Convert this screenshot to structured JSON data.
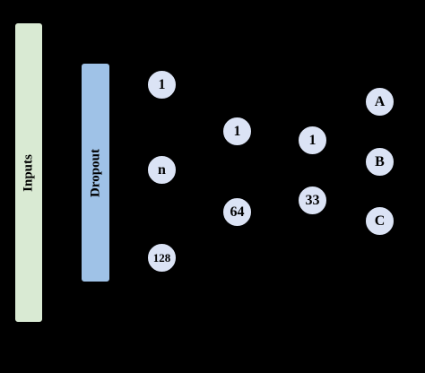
{
  "bars": {
    "inputs": "Inputs",
    "dropout": "Dropout"
  },
  "layer1": [
    "1",
    "n",
    "128"
  ],
  "layer2": [
    "1",
    "64"
  ],
  "layer3": [
    "1",
    "33"
  ],
  "outputs": [
    "A",
    "B",
    "C"
  ],
  "colors": {
    "background": "#000000",
    "inputs_bar": "#d9ead3",
    "dropout_bar": "#9fc2e7",
    "node_fill": "#dbe3f5"
  }
}
